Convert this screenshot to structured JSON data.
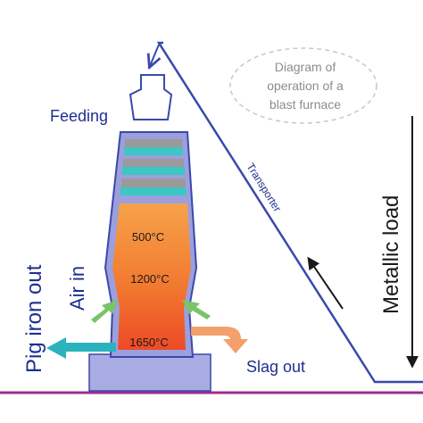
{
  "labels": {
    "feeding": "Feeding",
    "transporter": "Transporter",
    "metallic_load": "Metallic load",
    "air_in": "Air in",
    "pig_iron_out": "Pig iron out",
    "slag_out": "Slag out"
  },
  "temperatures": {
    "t1": "500°C",
    "t2": "1200°C",
    "t3": "1650°C"
  },
  "caption": {
    "line1": "Diagram of",
    "line2": "operation of a",
    "line3": "blast furnace"
  },
  "colors": {
    "outline_blue": "#3949ab",
    "shell_lavender": "#9c9fdc",
    "layer_teal": "#3cc7c4",
    "layer_gray": "#9a9a9a",
    "hot_orange": "#f28a3a",
    "hot_red": "#f0532a",
    "air_green": "#79c36a",
    "iron_teal": "#2ab3bd",
    "slag_orange": "#f3a06a",
    "ground_magenta": "#9b2c8f",
    "text_blue": "#1f2f8f"
  }
}
